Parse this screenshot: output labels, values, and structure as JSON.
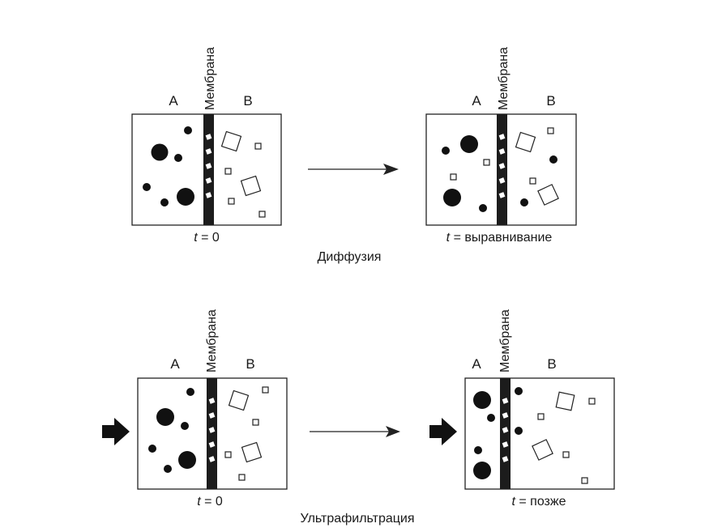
{
  "diagram": {
    "sections": [
      {
        "title": "Диффузия",
        "panels": [
          {
            "id": "diffusion-t0",
            "side_a_label": "A",
            "side_b_label": "B",
            "membrane_label": "Мембрана",
            "caption_var": "t",
            "caption_rest": " = 0",
            "pressure_arrow": false,
            "particles": {
              "side_a": {
                "large_circles": 2,
                "small_circles": 4,
                "small_squares": 0
              },
              "side_b": {
                "large_squares": 2,
                "small_squares": 4,
                "small_circles": 0
              }
            }
          },
          {
            "id": "diffusion-equilibrium",
            "side_a_label": "A",
            "side_b_label": "B",
            "membrane_label": "Мембрана",
            "caption_var": "t",
            "caption_rest": " = выравнивание",
            "pressure_arrow": false,
            "particles": {
              "side_a": {
                "large_circles": 2,
                "small_circles": 2,
                "small_squares": 2
              },
              "side_b": {
                "large_squares": 2,
                "small_squares": 2,
                "small_circles": 2
              }
            }
          }
        ]
      },
      {
        "title": "Ультрафильтрация",
        "panels": [
          {
            "id": "ultrafiltration-t0",
            "side_a_label": "A",
            "side_b_label": "B",
            "membrane_label": "Мембрана",
            "caption_var": "t",
            "caption_rest": " = 0",
            "pressure_arrow": true,
            "particles": {
              "side_a": {
                "large_circles": 2,
                "small_circles": 4,
                "small_squares": 0
              },
              "side_b": {
                "large_squares": 2,
                "small_squares": 4,
                "small_circles": 0
              }
            }
          },
          {
            "id": "ultrafiltration-later",
            "side_a_label": "A",
            "side_b_label": "B",
            "membrane_label": "Мембрана",
            "caption_var": "t",
            "caption_rest": " = позже",
            "pressure_arrow": true,
            "particles": {
              "side_a": {
                "large_circles": 2,
                "small_circles": 2,
                "small_squares": 0
              },
              "side_b": {
                "large_squares": 2,
                "small_squares": 4,
                "small_circles": 2
              }
            }
          }
        ]
      }
    ]
  }
}
